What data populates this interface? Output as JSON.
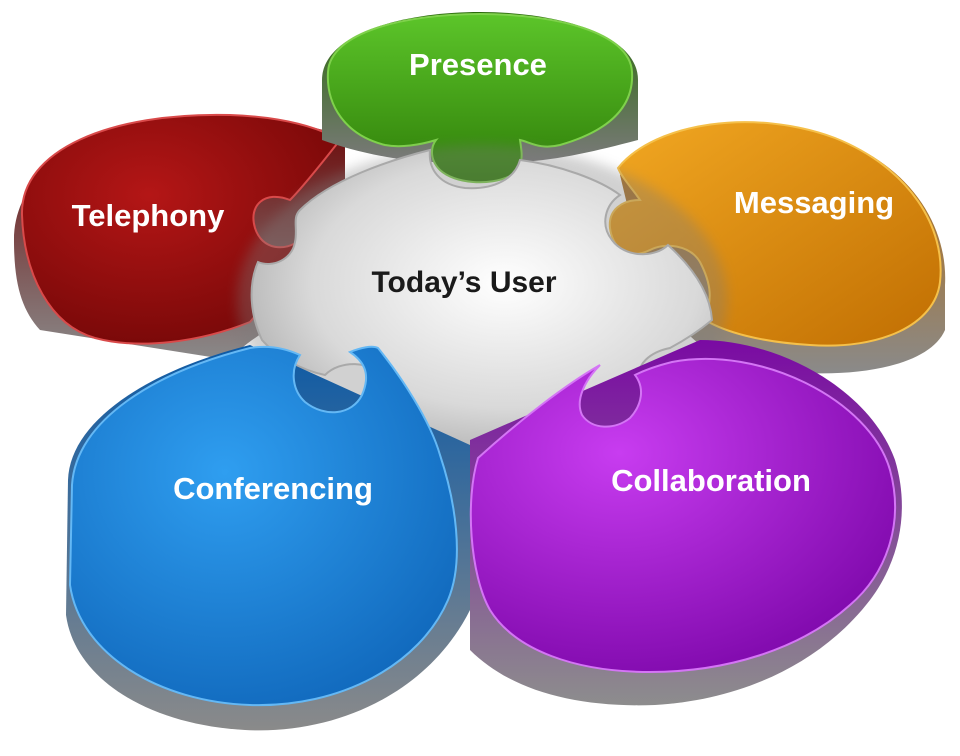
{
  "center": {
    "label": "Today’s User",
    "color": "#c9c9c9"
  },
  "petals": [
    {
      "id": "presence",
      "label": "Presence",
      "color": "#3f9a12",
      "icon": "puzzle-piece-icon"
    },
    {
      "id": "messaging",
      "label": "Messaging",
      "color": "#e58e06",
      "icon": "puzzle-piece-icon"
    },
    {
      "id": "collaboration",
      "label": "Collaboration",
      "color": "#a914d9",
      "icon": "puzzle-piece-icon"
    },
    {
      "id": "conferencing",
      "label": "Conferencing",
      "color": "#1b85dc",
      "icon": "puzzle-piece-icon"
    },
    {
      "id": "telephony",
      "label": "Telephony",
      "color": "#9a0d0d",
      "icon": "puzzle-piece-icon"
    }
  ]
}
